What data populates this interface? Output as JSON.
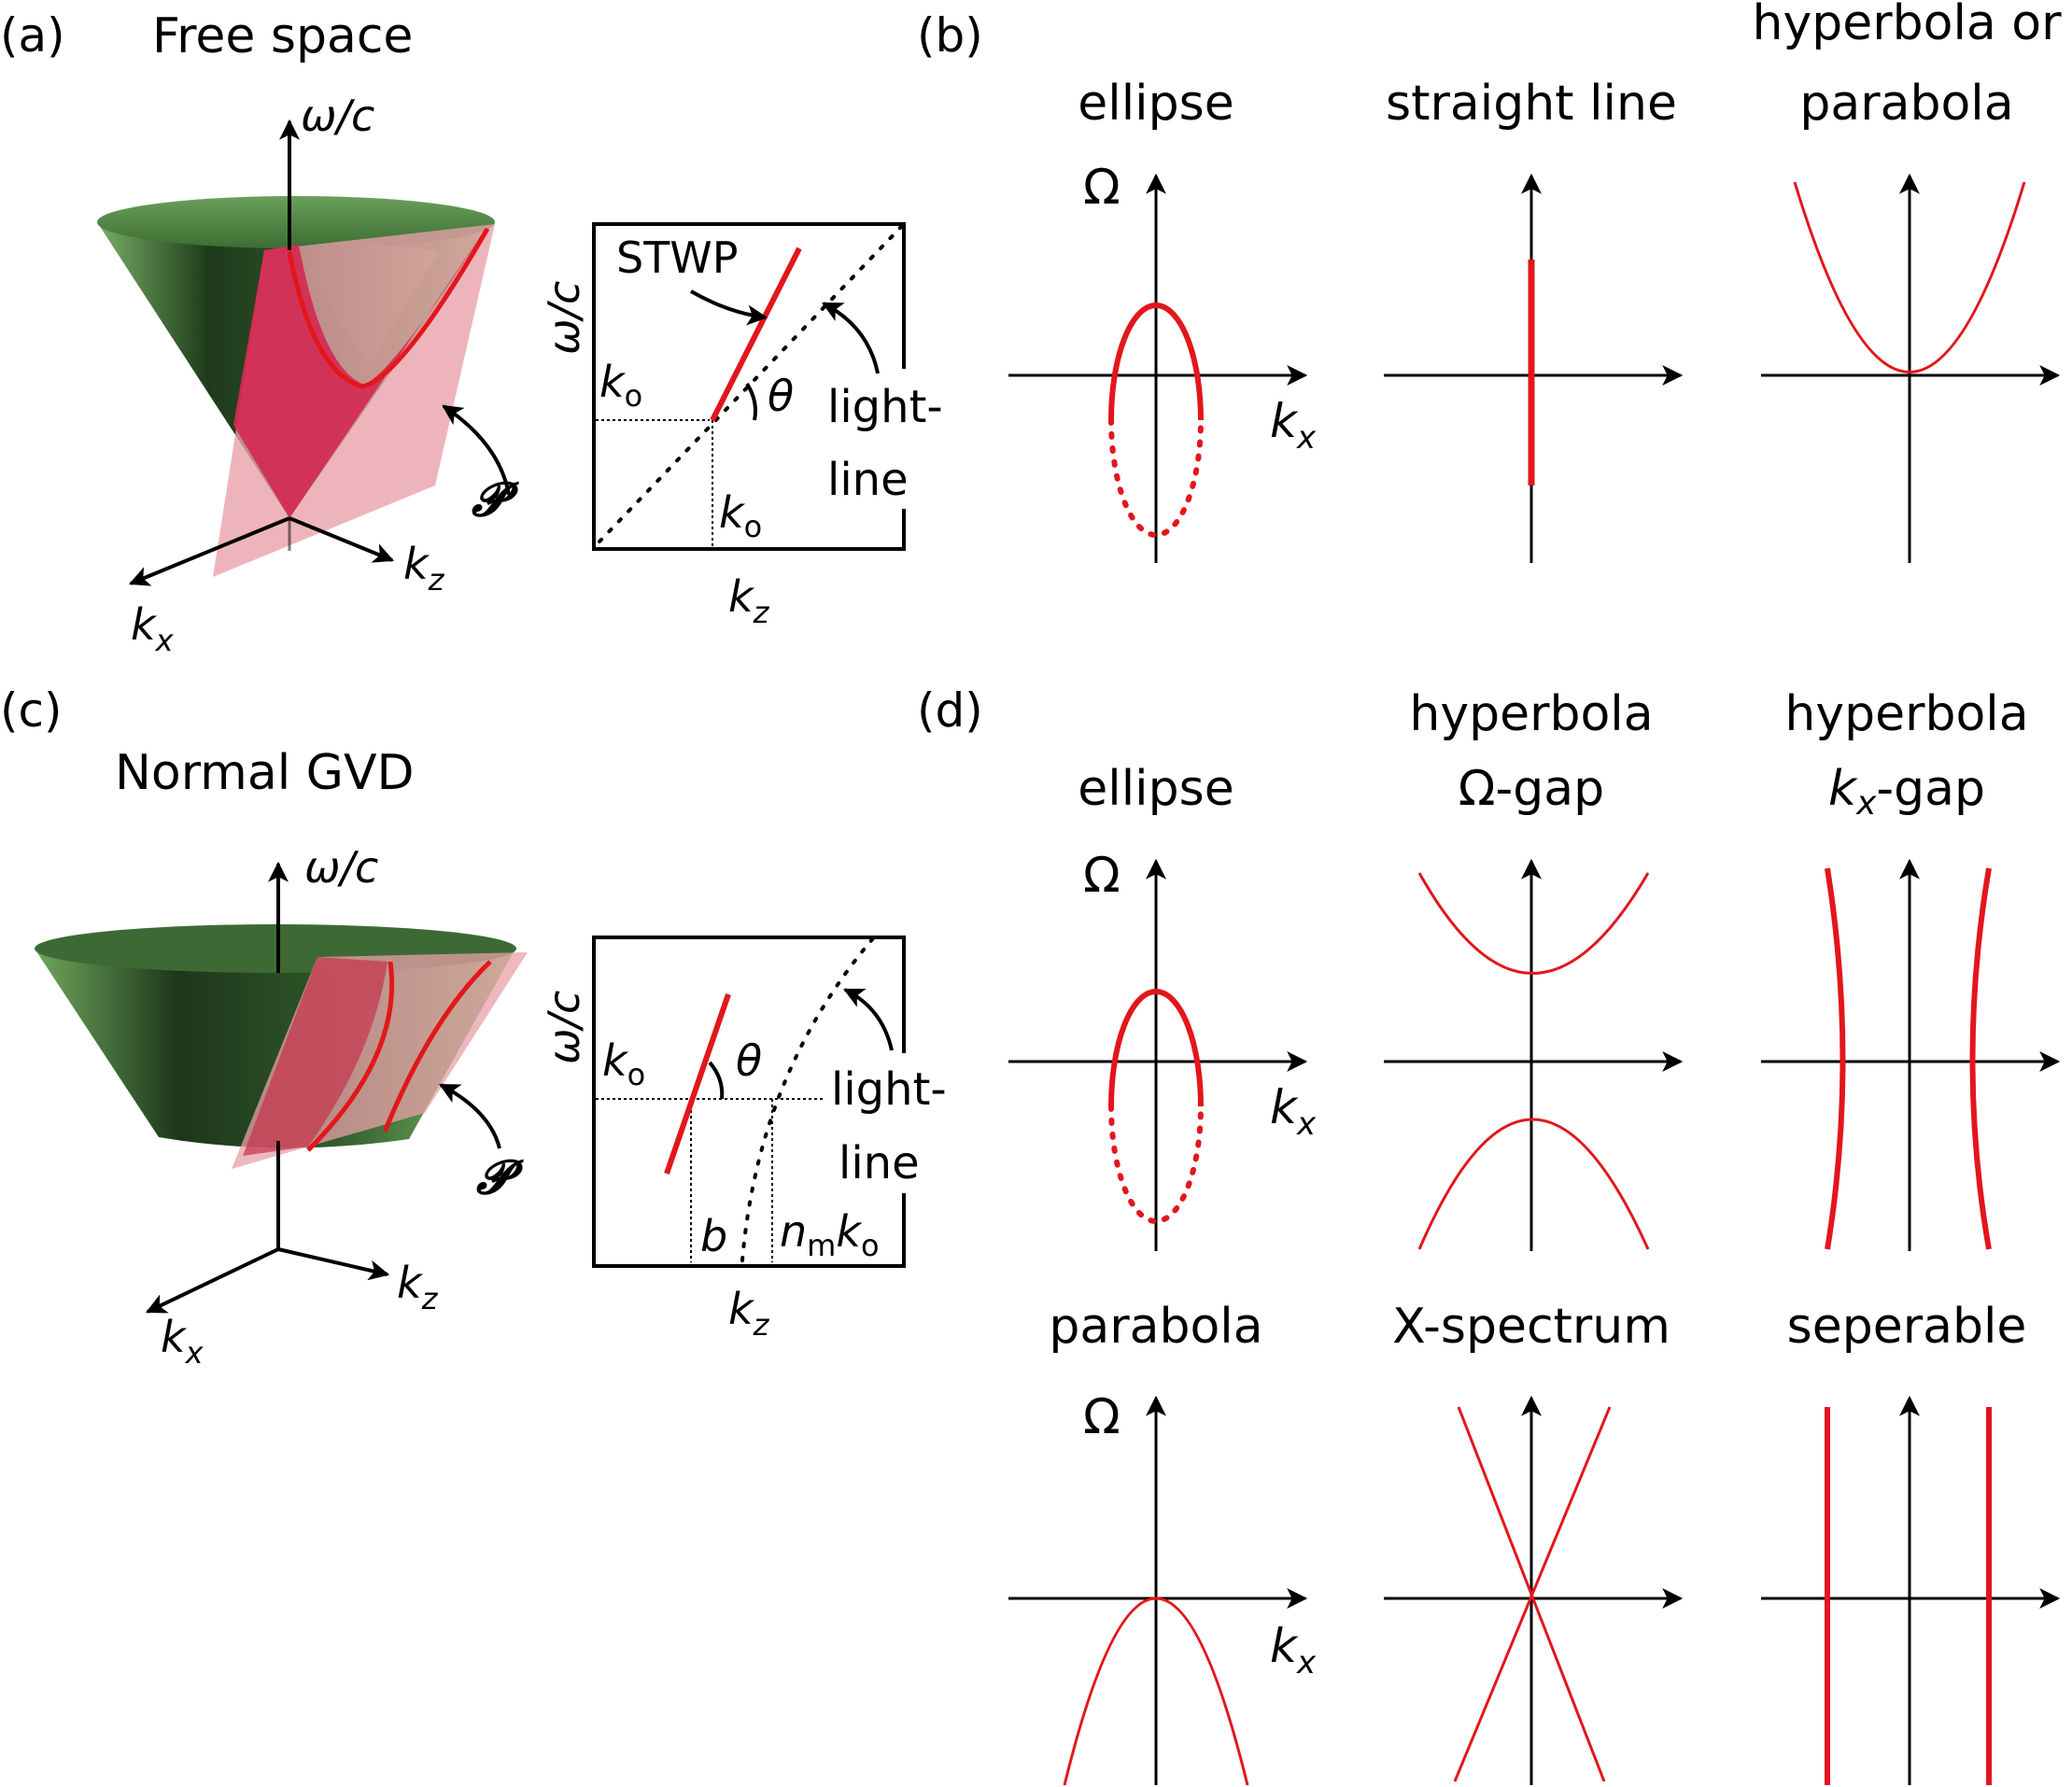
{
  "panel_labels": {
    "a": "(a)",
    "b": "(b)",
    "c": "(c)",
    "d": "(d)"
  },
  "panel_a": {
    "title": "Free space",
    "axis_omega": "ω/c",
    "axis_kx": "k",
    "axis_kx_sub": "x",
    "axis_kz": "k",
    "axis_kz_sub": "z",
    "plane_label": "𝓟",
    "inset": {
      "ylabel": "ω/c",
      "xlabel": "k",
      "xlabel_sub": "z",
      "stwp": "STWP",
      "theta": "θ",
      "light1": "light-",
      "light2": "line",
      "ko_left": "k",
      "ko_left_sub": "o",
      "ko_bottom": "k",
      "ko_bottom_sub": "o"
    }
  },
  "panel_b": {
    "kx": "k",
    "kx_sub": "x",
    "omega": "Ω",
    "plots": [
      {
        "title": "ellipse"
      },
      {
        "title": "straight line"
      },
      {
        "title1": "hyperbola or",
        "title2": "parabola"
      }
    ]
  },
  "panel_c": {
    "title": "Normal GVD",
    "axis_omega": "ω/c",
    "axis_kx": "k",
    "axis_kx_sub": "x",
    "axis_kz": "k",
    "axis_kz_sub": "z",
    "plane_label": "𝓟",
    "inset": {
      "ylabel": "ω/c",
      "xlabel": "k",
      "xlabel_sub": "z",
      "theta": "θ",
      "light1": "light-",
      "light2": "line",
      "ko": "k",
      "ko_sub": "o",
      "b": "b",
      "nm": "n",
      "nm_sub": "m",
      "nm_k": "k",
      "nm_k_sub": "o"
    }
  },
  "panel_d": {
    "kx": "k",
    "kx_sub": "x",
    "omega": "Ω",
    "plots": [
      {
        "title": "ellipse"
      },
      {
        "title1": "hyperbola",
        "title2": "Ω-gap"
      },
      {
        "title1": "hyperbola",
        "title2_k": "k",
        "title2_sub": "x",
        "title2_rest": "-gap"
      },
      {
        "title": "parabola"
      },
      {
        "title": "X-spectrum"
      },
      {
        "title": "seperable"
      }
    ]
  },
  "colors": {
    "curve": "#e3161b",
    "cone_dark": "#1f3d1c",
    "cone_light": "#6fa85c",
    "plane": "#e8a0a8",
    "plane_strong": "#d42a52"
  }
}
